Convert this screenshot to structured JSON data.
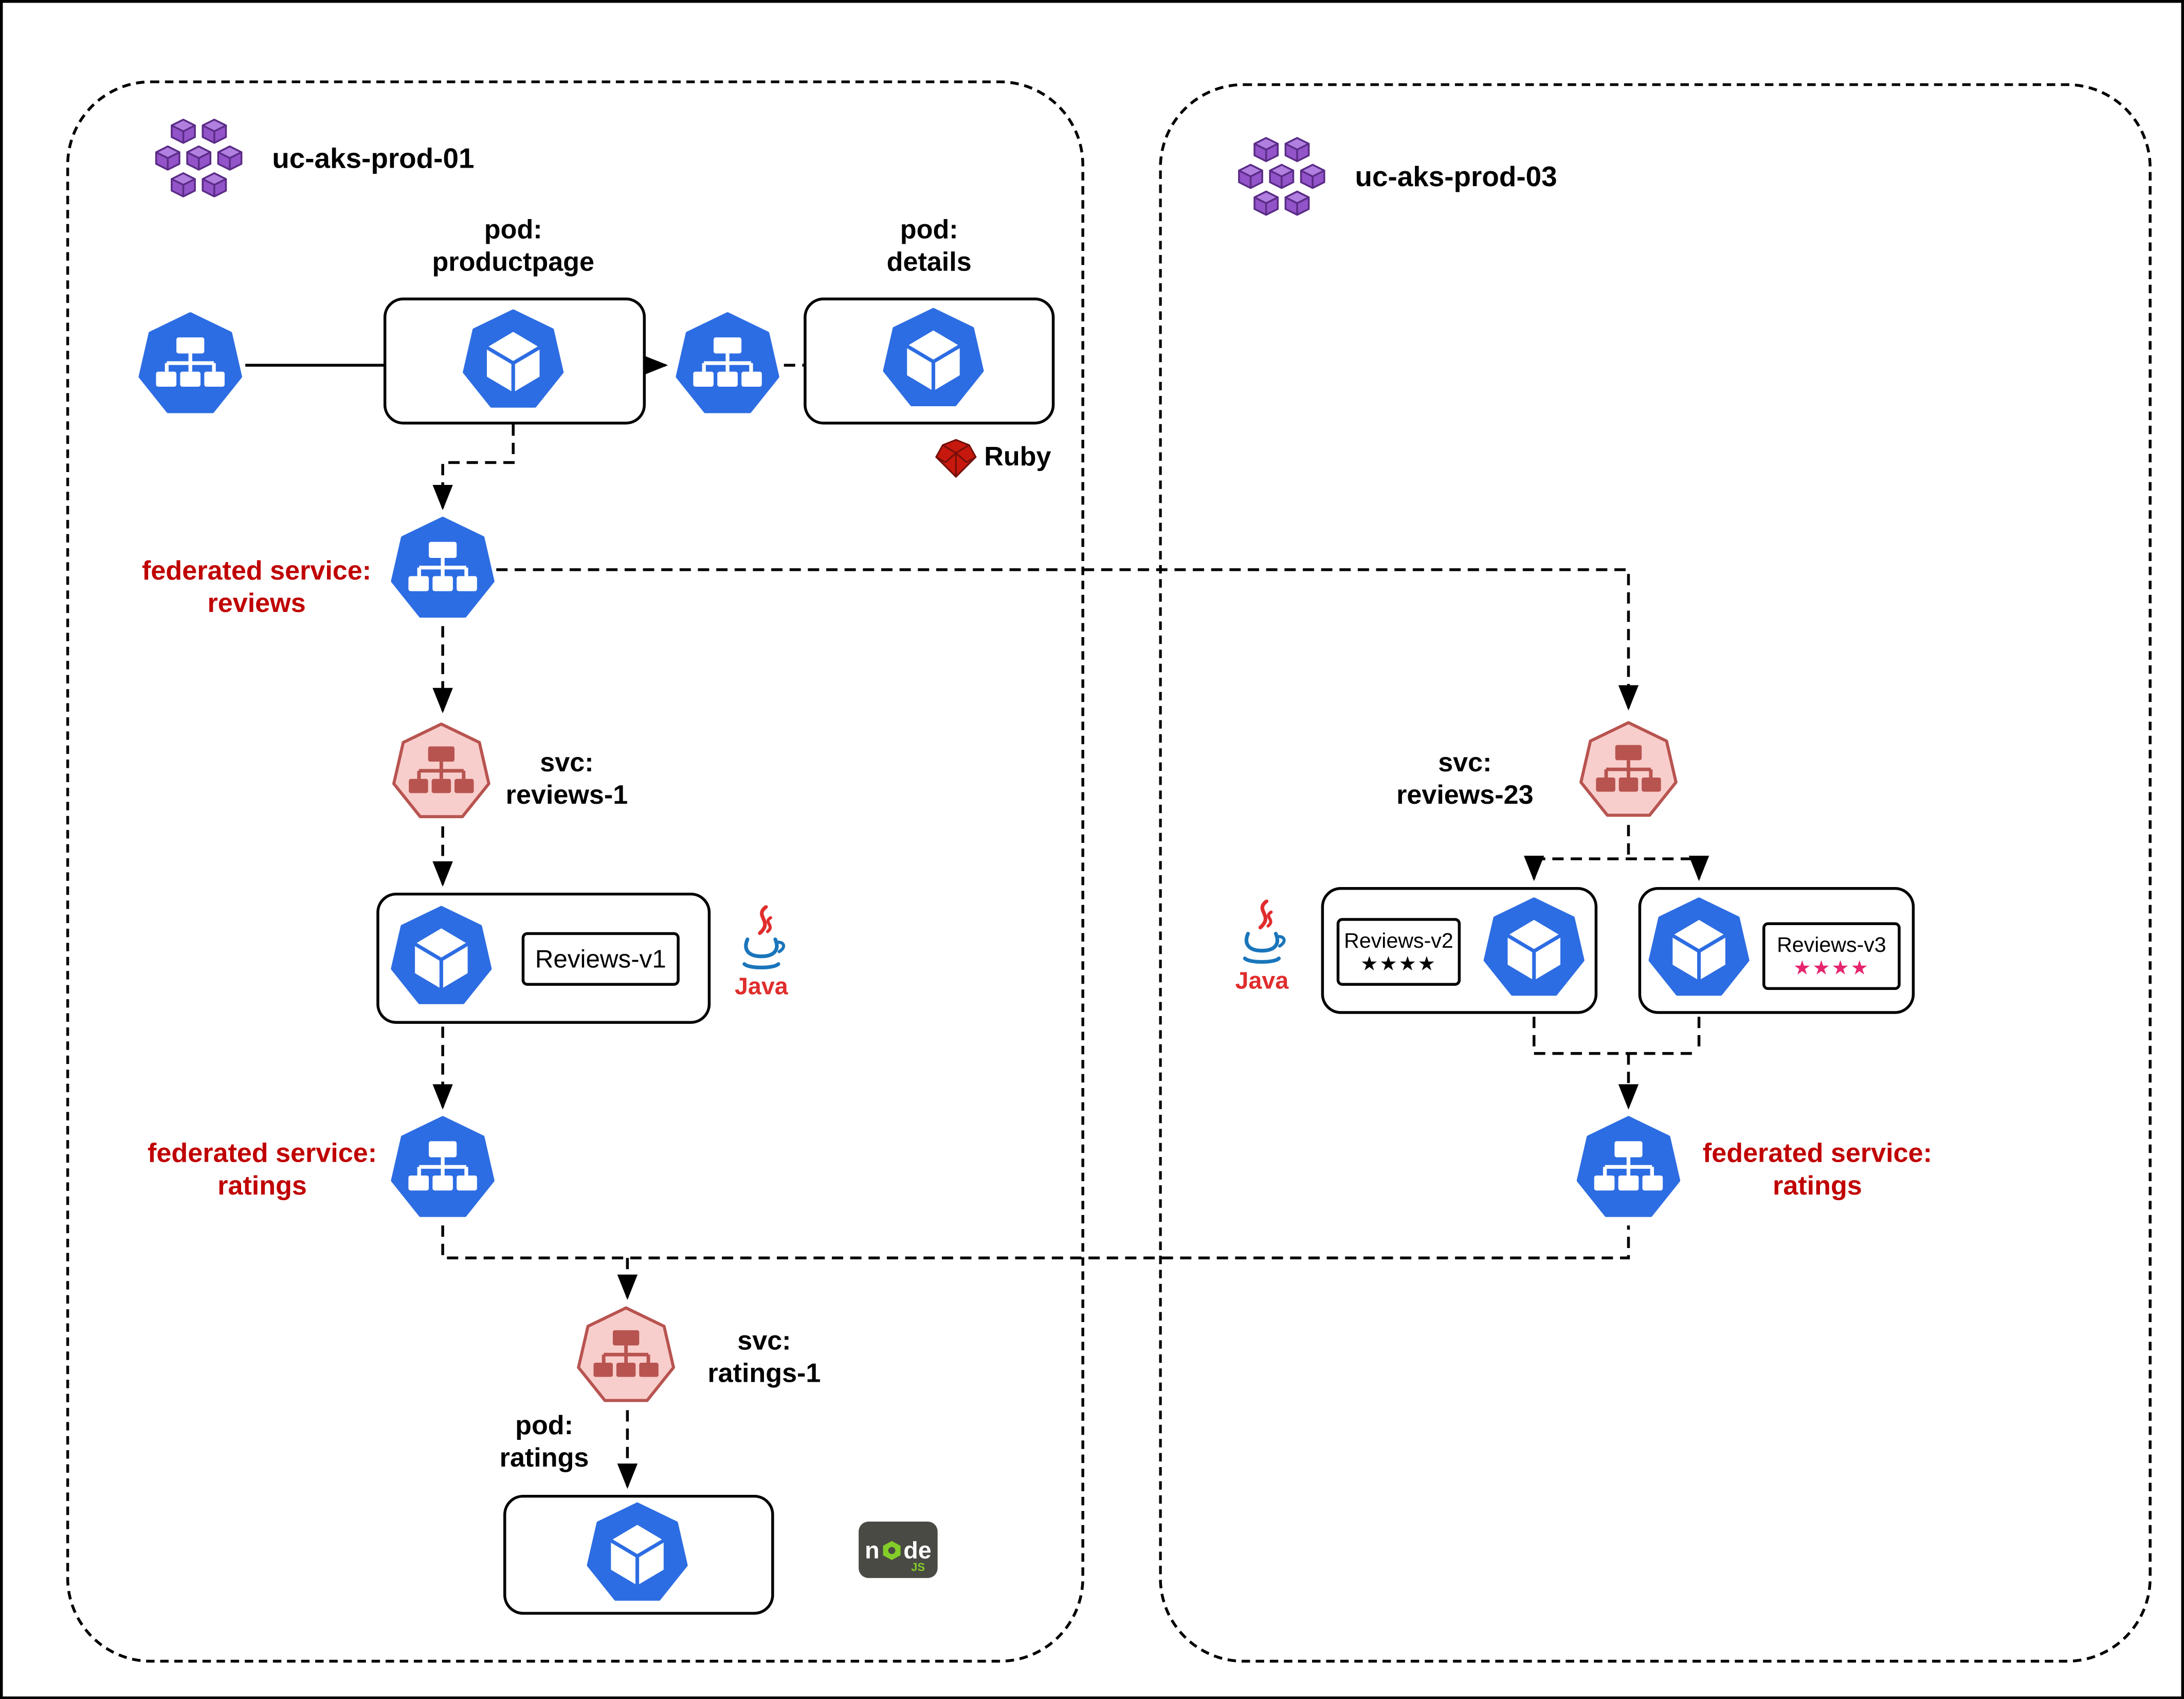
{
  "clusters": {
    "left": {
      "name": "uc-aks-prod-01"
    },
    "right": {
      "name": "uc-aks-prod-03"
    }
  },
  "nodes": {
    "pod_productpage": {
      "title1": "pod:",
      "title2": "productpage"
    },
    "pod_details": {
      "title1": "pod:",
      "title2": "details"
    },
    "federated_reviews": {
      "title1": "federated service:",
      "title2": "reviews"
    },
    "svc_reviews_1": {
      "title1": "svc:",
      "title2": "reviews-1"
    },
    "reviews_v1": {
      "label": "Reviews-v1"
    },
    "federated_ratings_left": {
      "title1": "federated service:",
      "title2": "ratings"
    },
    "svc_ratings_1": {
      "title1": "svc:",
      "title2": "ratings-1"
    },
    "pod_ratings": {
      "title1": "pod:",
      "title2": "ratings"
    },
    "svc_reviews_23": {
      "title1": "svc:",
      "title2": "reviews-23"
    },
    "reviews_v2": {
      "label": "Reviews-v2",
      "stars": "★★★★"
    },
    "reviews_v3": {
      "label": "Reviews-v3",
      "stars": "★★★★"
    },
    "federated_ratings_right": {
      "title1": "federated service:",
      "title2": "ratings"
    }
  },
  "tech_logos": {
    "ruby": {
      "label": "Ruby"
    },
    "java_left": {
      "label": "Java"
    },
    "java_right": {
      "label": "Java"
    },
    "nodejs": {
      "n": "n",
      "de": "de",
      "js": "JS"
    }
  },
  "colors": {
    "k8s_blue": "#2D6DE3",
    "service_pink_fill": "#F8CECC",
    "service_pink_stroke": "#B85450",
    "cluster_purple": "#9254C8",
    "label_red": "#C00000",
    "ruby_red": "#C7180E",
    "java_red": "#E02D2D",
    "java_blue": "#1A75BB",
    "node_green": "#83CD29",
    "stars_black": "#000000",
    "stars_pink": "#E6246E"
  }
}
